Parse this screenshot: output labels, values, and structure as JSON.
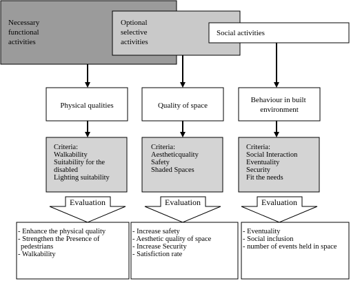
{
  "activities": {
    "necessary": [
      "Necessary",
      "functional",
      "activities"
    ],
    "optional": [
      "Optional",
      "selective",
      "activities"
    ],
    "social": [
      "Social activities"
    ]
  },
  "categories": [
    [
      "Physical qualities"
    ],
    [
      "Quality of space"
    ],
    [
      "Behaviour  in  built",
      "environment"
    ]
  ],
  "criteria": [
    [
      "Criteria:",
      "Walkability",
      "Suitability for the",
      "disabled",
      "Lighting suitability"
    ],
    [
      "Criteria:",
      "Aestheticquality",
      "Safety",
      "Shaded Spaces"
    ],
    [
      "Criteria:",
      "Social Interaction",
      "Eventuality",
      "Security",
      "Fit the needs"
    ]
  ],
  "evaluation_label": "Evaluation",
  "outcomes": [
    [
      "-   Enhance the physical quality",
      "-   Strengthen the Presence of",
      "pedestrians",
      "-   Walkability"
    ],
    [
      "-   Increase  safety",
      "-   Aesthetic quality of space",
      "-   Increase  Security",
      "-   Satisfiction  rate"
    ],
    [
      "-   Eventuality",
      "-   Social inclusion",
      "-   number of events held in space"
    ]
  ],
  "colors": {
    "dark_gray": "#9b9b9b",
    "light_gray": "#c9c9c9",
    "criteria_gray": "#d4d4d4",
    "white": "#ffffff",
    "black": "#000000"
  }
}
